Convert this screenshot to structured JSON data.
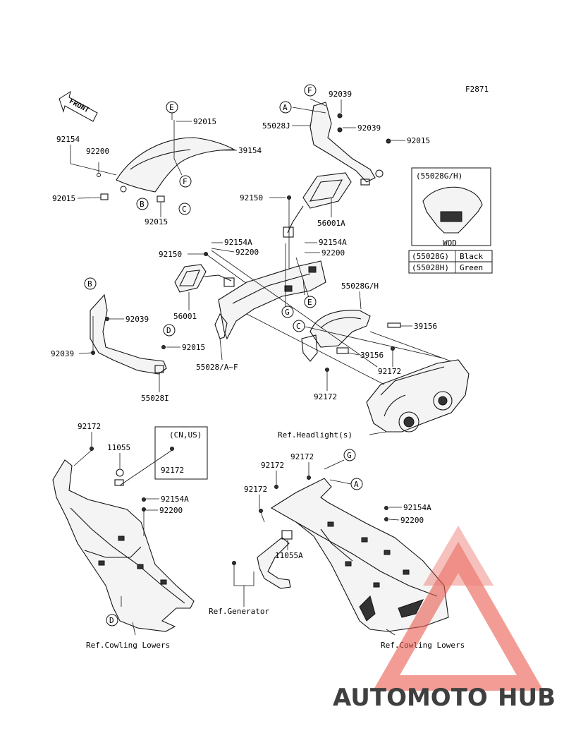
{
  "figure_code": "F2871",
  "front_arrow_label": "FRONT",
  "wod_box": {
    "title": "(55028G/H)",
    "caption": "WOD",
    "rows": [
      {
        "code": "(55028G)",
        "color": "Black"
      },
      {
        "code": "(55028H)",
        "color": "Green"
      }
    ]
  },
  "cnus_box": {
    "title": "(CN,US)",
    "part": "92172"
  },
  "callouts": {
    "c_E1": "E",
    "c_F1": "F",
    "c_B1": "B",
    "c_C1": "C",
    "c_A2": "A",
    "c_F2": "F",
    "c_G3": "G",
    "c_E3": "E",
    "c_C3": "C",
    "c_B4": "B",
    "c_D4": "D",
    "c_D5": "D",
    "c_G6": "G",
    "c_A6": "A"
  },
  "labels": {
    "l_92015_a": "92015",
    "l_39154": "39154",
    "l_92154": "92154",
    "l_92200_a": "92200",
    "l_92015_b": "92015",
    "l_92015_c": "92015",
    "l_92039_a": "92039",
    "l_92039_b": "92039",
    "l_55028J": "55028J",
    "l_92015_d": "92015",
    "l_92150_a": "92150",
    "l_56001A": "56001A",
    "l_92154A_a": "92154A",
    "l_92200_b": "92200",
    "l_92154A_b": "92154A",
    "l_92200_c": "92200",
    "l_92150_b": "92150",
    "l_56001": "56001",
    "l_55028GH": "55028G/H",
    "l_92039_c": "92039",
    "l_92039_d": "92039",
    "l_92015_e": "92015",
    "l_55028I": "55028I",
    "l_55028AF": "55028/A~F",
    "l_39156_a": "39156",
    "l_39156_b": "39156",
    "l_92172_a": "92172",
    "l_92172_b": "92172",
    "l_ref_headlight": "Ref.Headlight(s)",
    "l_92172_c": "92172",
    "l_11055": "11055",
    "l_92154A_c": "92154A",
    "l_92200_d": "92200",
    "l_ref_cowl_left": "Ref.Cowling Lowers",
    "l_92172_d": "92172",
    "l_92172_e": "92172",
    "l_92172_f": "92172",
    "l_11055A": "11055A",
    "l_92154A_d": "92154A",
    "l_92200_e": "92200",
    "l_ref_generator": "Ref.Generator",
    "l_ref_cowl_right": "Ref.Cowling Lowers"
  },
  "watermark": {
    "part1": "AUTOMOTO",
    "part2": "HUB",
    "color1": "#f0a070",
    "color2": "#555555",
    "triangle_color": "#e85a4f"
  }
}
